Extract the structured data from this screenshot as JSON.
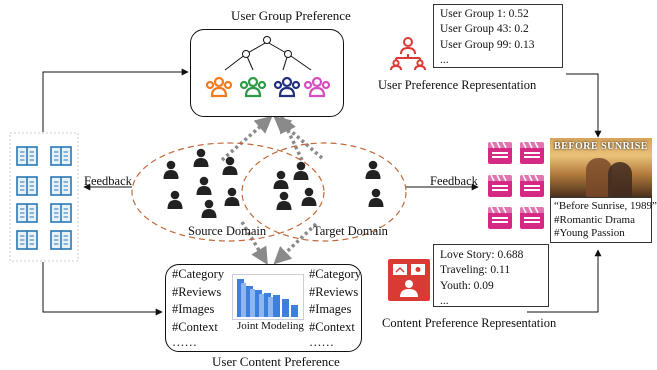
{
  "group_box": {
    "title": "User Group Preference"
  },
  "group_scores": {
    "lines": [
      "User Group 1: 0.52",
      "User Group 43: 0.2",
      "User Group 99: 0.13",
      "..."
    ],
    "caption": "User Preference Representation"
  },
  "domains": {
    "source": "Source Domain",
    "target": "Target Domain",
    "feedback_left": "Feedback",
    "feedback_right": "Feedback"
  },
  "content_box": {
    "left_tags": [
      "#Category",
      "#Reviews",
      "#Images",
      "#Context",
      "……"
    ],
    "right_tags": [
      "#Category",
      "#Reviews",
      "#Images",
      "#Context",
      "……"
    ],
    "chart_label": "Joint Modeling",
    "title": "User Content Preference"
  },
  "content_scores": {
    "lines": [
      "Love Story: 0.688",
      "Traveling: 0.11",
      "Youth: 0.09",
      "..."
    ],
    "caption": "Content Preference Representation"
  },
  "movie": {
    "poster_title": "BEFORE SUNRISE",
    "caption": [
      "“Before Sunrise, 1989”",
      "#Romantic Drama",
      "#Young Passion"
    ]
  },
  "colors": {
    "group_icons": [
      "#f07b22",
      "#2e9a48",
      "#23307f",
      "#d64fc0"
    ],
    "domain_ellipse": "#c1693a",
    "dotted_arrows": "#888888",
    "network_icon": "#d93a33",
    "clapper_icon": "#d42a86",
    "book_icon": "#2b78b5",
    "bar_chart": "#3d7fdd"
  }
}
